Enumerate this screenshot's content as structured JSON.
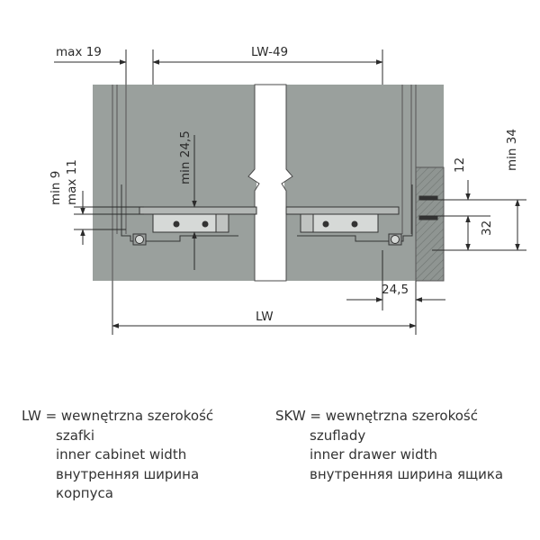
{
  "dimensions": {
    "max19": "max 19",
    "lw49": "LW-49",
    "minTop": "min 24,5",
    "min9": "min 9",
    "max11": "max 11",
    "d12": "12",
    "d32": "32",
    "min34": "min 34",
    "d245": "24,5",
    "lw": "LW"
  },
  "legend": {
    "lw": {
      "term": "LW = wewnętrzna szerokość",
      "lines": [
        "szafki",
        "inner cabinet width",
        "внутренняя ширина",
        "корпуса"
      ]
    },
    "skw": {
      "term": "SKW = wewnętrzna szerokość",
      "lines": [
        "szuflady",
        "inner drawer width",
        "внутренняя ширина ящика"
      ]
    }
  },
  "colors": {
    "panel": "#9aa09d",
    "panelDark": "#8a908d",
    "line": "#2b2b2b"
  }
}
